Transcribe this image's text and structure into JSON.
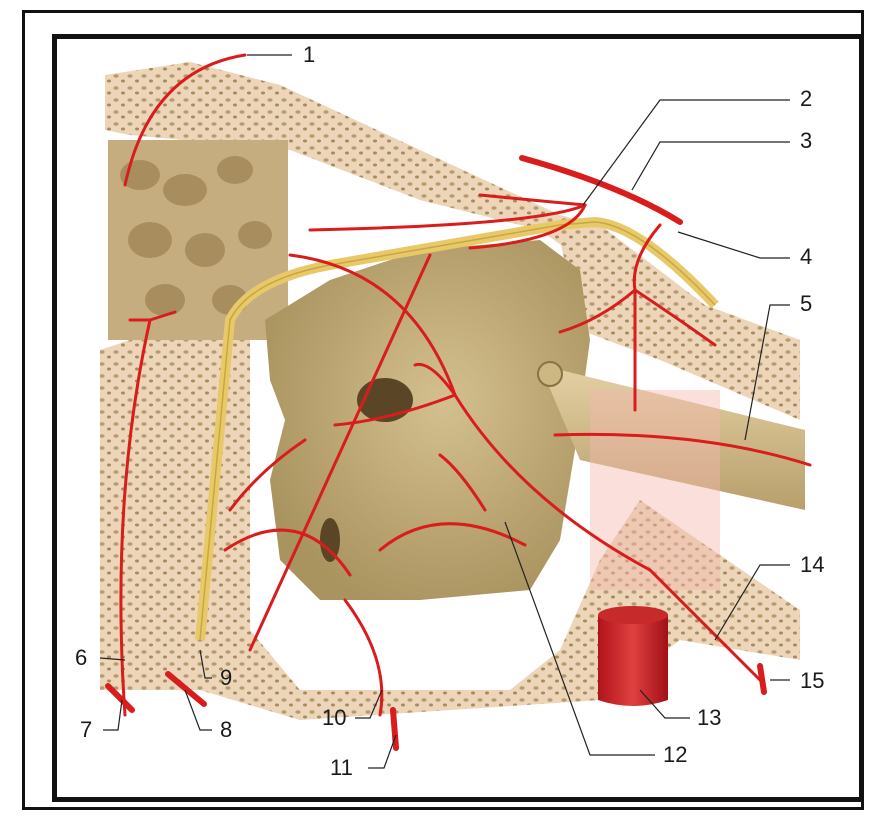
{
  "labels": [
    "1",
    "2",
    "3",
    "4",
    "5",
    "6",
    "7",
    "8",
    "9",
    "10",
    "11",
    "12",
    "13",
    "14",
    "15"
  ],
  "colors": {
    "bone": "#ecd5b8",
    "bone_dots": "#b79a6e",
    "cavity": "#c2ad7e",
    "nerve": "#e8c96a",
    "artery": "#d91c1c",
    "tube": "#d9c394",
    "frame": "#111111"
  }
}
